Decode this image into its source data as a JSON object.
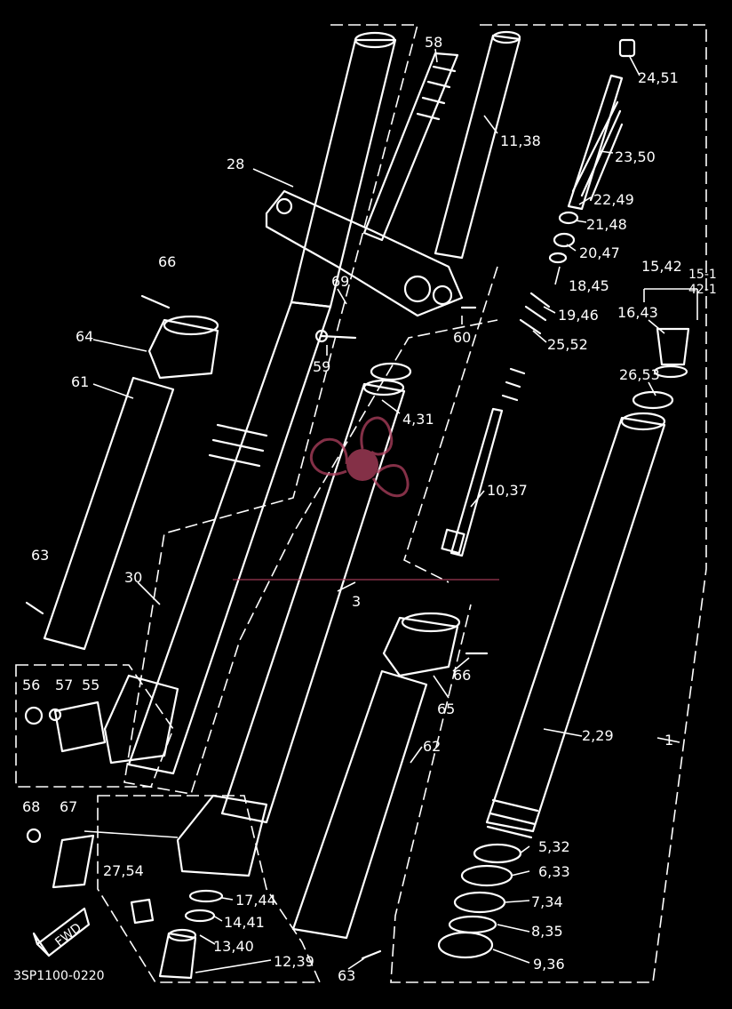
{
  "diagram": {
    "drawing_code": "3SP1100-0220",
    "fwd_label": "FWD",
    "colors": {
      "background": "#000000",
      "line": "#ffffff",
      "watermark": "#b0405f"
    },
    "callouts": [
      {
        "id": "c-58",
        "text": "58"
      },
      {
        "id": "c-11-38",
        "text": "11,38"
      },
      {
        "id": "c-24-51",
        "text": "24,51"
      },
      {
        "id": "c-23-50",
        "text": "23,50"
      },
      {
        "id": "c-22-49",
        "text": "22,49"
      },
      {
        "id": "c-21-48",
        "text": "21,48"
      },
      {
        "id": "c-20-47",
        "text": "20,47"
      },
      {
        "id": "c-18-45",
        "text": "18,45"
      },
      {
        "id": "c-19-46",
        "text": "19,46"
      },
      {
        "id": "c-25-52",
        "text": "25,52"
      },
      {
        "id": "c-15-42",
        "text": "15,42"
      },
      {
        "id": "c-15-1",
        "text": "15-1"
      },
      {
        "id": "c-42-1",
        "text": "42-1"
      },
      {
        "id": "c-16-43",
        "text": "16,43"
      },
      {
        "id": "c-26-53",
        "text": "26,53"
      },
      {
        "id": "c-28",
        "text": "28"
      },
      {
        "id": "c-66a",
        "text": "66"
      },
      {
        "id": "c-64",
        "text": "64"
      },
      {
        "id": "c-69",
        "text": "69"
      },
      {
        "id": "c-60",
        "text": "60"
      },
      {
        "id": "c-59",
        "text": "59"
      },
      {
        "id": "c-61",
        "text": "61"
      },
      {
        "id": "c-4-31",
        "text": "4,31"
      },
      {
        "id": "c-10-37",
        "text": "10,37"
      },
      {
        "id": "c-63a",
        "text": "63"
      },
      {
        "id": "c-30",
        "text": "30"
      },
      {
        "id": "c-3",
        "text": "3"
      },
      {
        "id": "c-56",
        "text": "56"
      },
      {
        "id": "c-57",
        "text": "57"
      },
      {
        "id": "c-55",
        "text": "55"
      },
      {
        "id": "c-66b",
        "text": "66"
      },
      {
        "id": "c-65",
        "text": "65"
      },
      {
        "id": "c-62",
        "text": "62"
      },
      {
        "id": "c-2-29",
        "text": "2,29"
      },
      {
        "id": "c-1",
        "text": "1"
      },
      {
        "id": "c-68",
        "text": "68"
      },
      {
        "id": "c-67",
        "text": "67"
      },
      {
        "id": "c-5-32",
        "text": "5,32"
      },
      {
        "id": "c-6-33",
        "text": "6,33"
      },
      {
        "id": "c-27-54",
        "text": "27,54"
      },
      {
        "id": "c-7-34",
        "text": "7,34"
      },
      {
        "id": "c-17-44",
        "text": "17,44"
      },
      {
        "id": "c-14-41",
        "text": "14,41"
      },
      {
        "id": "c-8-35",
        "text": "8,35"
      },
      {
        "id": "c-13-40",
        "text": "13,40"
      },
      {
        "id": "c-12-39",
        "text": "12,39"
      },
      {
        "id": "c-9-36",
        "text": "9,36"
      },
      {
        "id": "c-63b",
        "text": "63"
      }
    ]
  }
}
